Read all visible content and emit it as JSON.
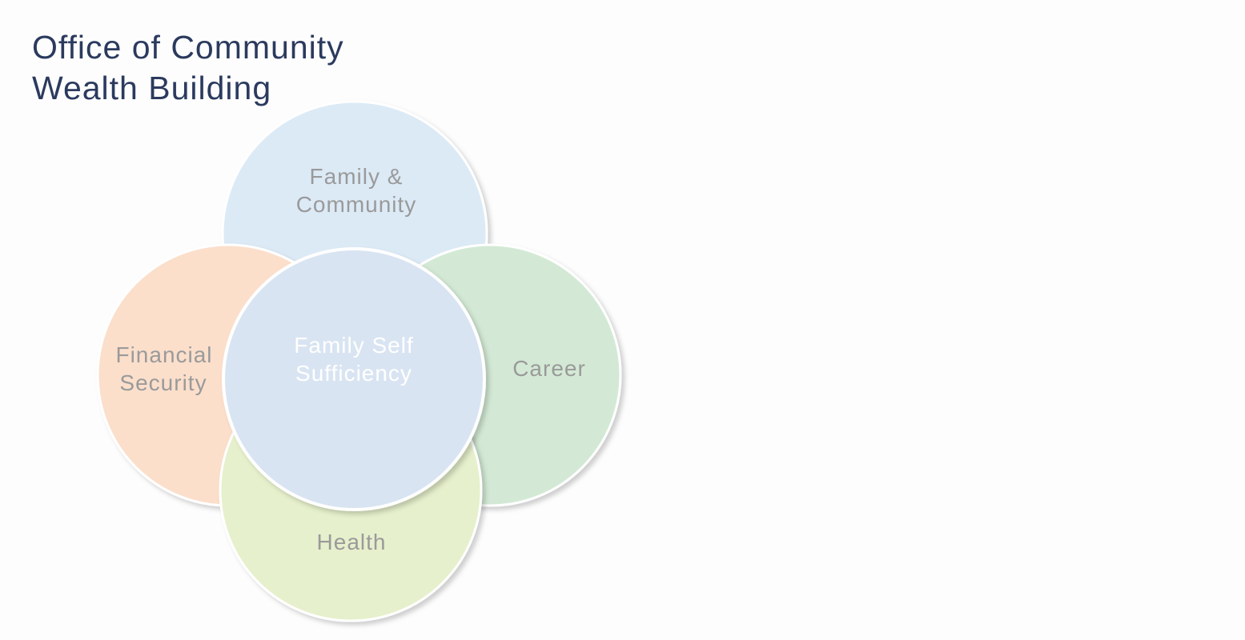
{
  "header": {
    "title_line1": "Office of Community",
    "title_line2": "Wealth Building"
  },
  "diagram": {
    "circles": {
      "family_community": {
        "line1": "Family &",
        "line2": "Community",
        "color": "#dceaf6"
      },
      "financial_security": {
        "line1": "Financial",
        "line2": "Security",
        "color": "#fbdfcb"
      },
      "career": {
        "line1": "Career",
        "color": "#d3e9d5"
      },
      "health": {
        "line1": "Health",
        "color": "#e6f0cc"
      },
      "center": {
        "line1": "Family Self",
        "line2": "Sufficiency",
        "color": "#d9e4f2"
      }
    },
    "colors": {
      "title": "#2b3a5e",
      "outer_label": "#9a9a9a",
      "center_label": "#ffffff",
      "border": "#ffffff"
    }
  }
}
